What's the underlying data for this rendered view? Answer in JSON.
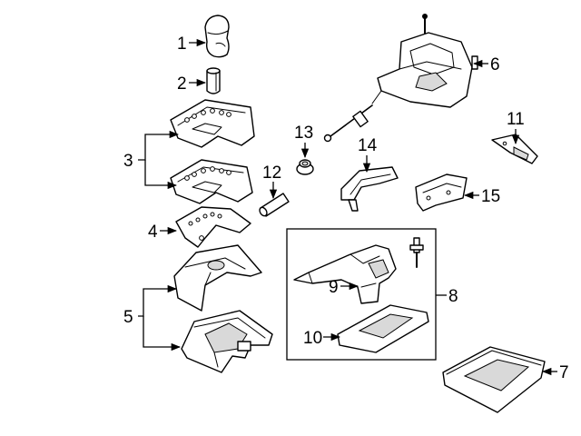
{
  "callouts": {
    "c1": "1",
    "c2": "2",
    "c3": "3",
    "c4": "4",
    "c5": "5",
    "c6": "6",
    "c7": "7",
    "c8": "8",
    "c9": "9",
    "c10": "10",
    "c11": "11",
    "c12": "12",
    "c13": "13",
    "c14": "14",
    "c15": "15"
  },
  "colors": {
    "line": "#000000",
    "background": "#ffffff",
    "fill": "#ffffff"
  }
}
